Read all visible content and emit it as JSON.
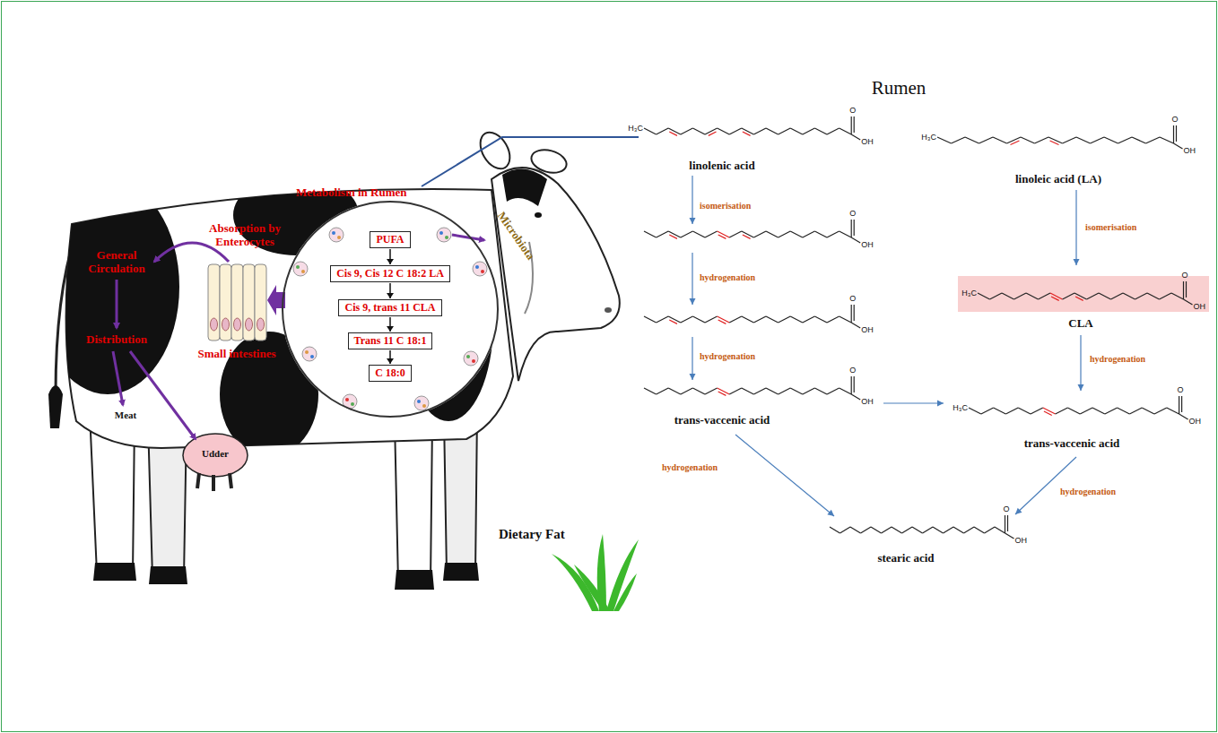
{
  "diagram": {
    "title": "Rumen",
    "nodes": [
      {
        "text": [
          "Metabolism in Rumen"
        ]
      },
      {
        "text": [
          "PUFA"
        ],
        "in": 0
      },
      {
        "text": [
          "Cis 9, Cis 12 C 18:2 LA"
        ],
        "in": 0
      },
      {
        "text": [
          "Cis 9, trans 11 CLA"
        ],
        "in": 0
      },
      {
        "text": [
          "Trans 11 C 18:1"
        ],
        "in": 0
      },
      {
        "text": [
          "C 18:0"
        ],
        "in": 0
      }
    ],
    "edges": [
      {
        "from": 1,
        "to": 2,
        "arrow": "to"
      },
      {
        "from": 2,
        "to": 3,
        "arrow": "to"
      },
      {
        "from": 3,
        "to": 4,
        "arrow": "to"
      },
      {
        "from": 4,
        "to": 5,
        "arrow": "to"
      }
    ],
    "labels": [
      "Microbiota",
      "Absorption by Enterocytes",
      "Small intestines",
      "General Circulation",
      "Distribution",
      "Meat",
      "Udder",
      "Dietary Fat",
      "linolenic acid",
      "isomerisation",
      "hydrogenation",
      "hydrogenation",
      "trans-vaccenic acid",
      "hydrogenation",
      "linoleic acid (LA)",
      "isomerisation",
      "CLA",
      "hydrogenation",
      "trans-vaccenic acid",
      "hydrogenation",
      "stearic acid",
      "H₃C",
      "O",
      "OH",
      "O",
      "OH",
      "O",
      "OH",
      "O",
      "OH",
      "H₃C",
      "O",
      "OH",
      "H₃C",
      "O",
      "OH",
      "H₃C",
      "O",
      "OH",
      "O",
      "OH"
    ]
  }
}
